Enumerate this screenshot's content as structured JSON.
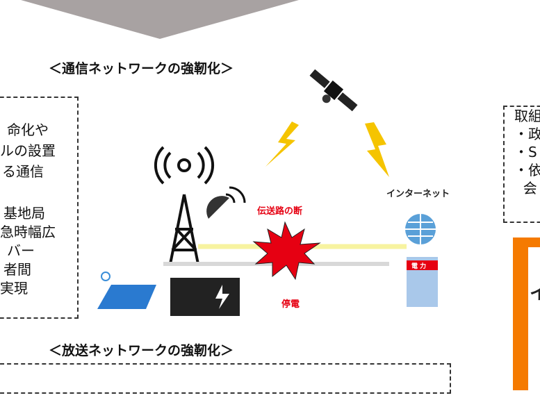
{
  "headings": {
    "telecom": "＜通信ネットワークの強靭化＞",
    "broadcast": "＜放送ネットワークの強靭化＞"
  },
  "left_box": {
    "lines": [
      "命化や",
      "ルの設置",
      "る通信",
      "",
      "基地局",
      "急時幅広",
      "バー",
      "者間",
      "実現"
    ]
  },
  "diagram": {
    "internet_label": "インターネット",
    "break_label": "伝送路の断",
    "outage_label": "停電",
    "building_sign": "電 力"
  },
  "right_box": {
    "lines": [
      "取組",
      "・政",
      "・S",
      "・依",
      "  会"
    ]
  },
  "right_panel": {
    "partial_text": "イ"
  },
  "colors": {
    "arrow": "#a8a2a2",
    "orange": "#f57a00",
    "red": "#e60012",
    "yellow": "#f5c400"
  }
}
